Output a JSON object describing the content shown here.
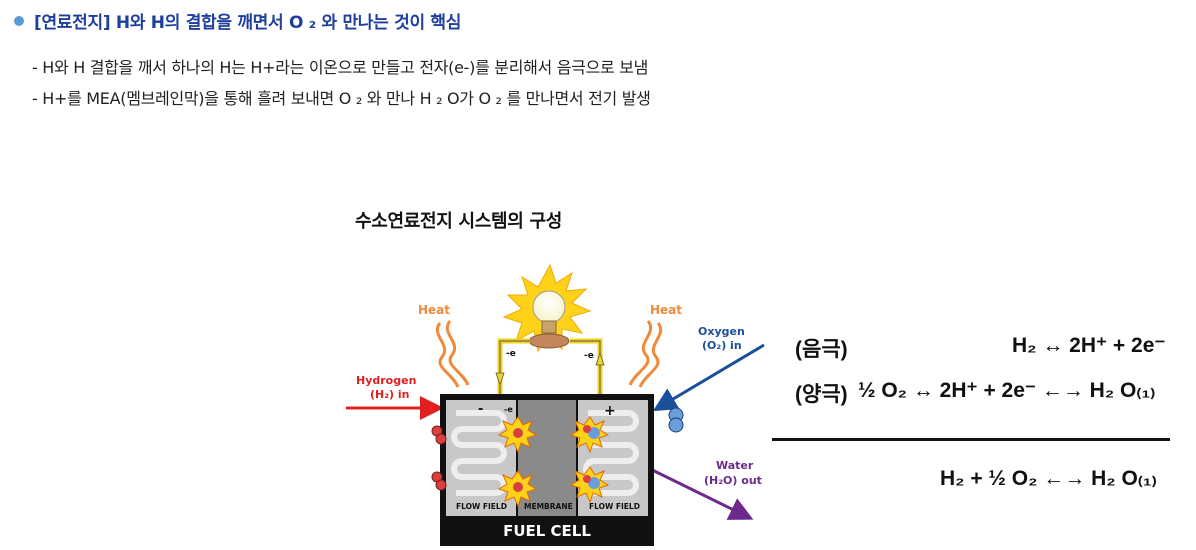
{
  "headline": {
    "text": "[연료전지]  H와 H의 결합을 깨면서 O ₂ 와 만나는 것이 핵심"
  },
  "lines": [
    "- H와 H 결합을 깨서 하나의 H는 H+라는 이온으로 만들고 전자(e-)를 분리해서 음극으로 보냄",
    "- H+를 MEA(멤브레인막)을 통해 흘려 보내면 O ₂ 와 만나 H ₂ O가 O ₂ 를 만나면서 전기 발생"
  ],
  "diagram": {
    "title": "수소연료전지 시스템의 구성",
    "labels": {
      "heat_left": "Heat",
      "heat_right": "Heat",
      "hydrogen_1": "Hydrogen",
      "hydrogen_2": "(H₂) in",
      "oxygen_1": "Oxygen",
      "oxygen_2": "(O₂) in",
      "water_1": "Water",
      "water_2": "(H₂O) out",
      "electron_left": "-e",
      "electron_right": "-e",
      "electron_inside": "-e",
      "minus": "-",
      "plus": "+",
      "flow_field_left": "FLOW FIELD",
      "membrane": "MEMBRANE",
      "flow_field_right": "FLOW FIELD",
      "fuel_cell": "FUEL CELL"
    },
    "colors": {
      "hydrogen_arrow": "#e02020",
      "oxygen_arrow": "#1a4f9c",
      "water_arrow": "#6b2a8c",
      "heat": "#f08a3a",
      "wire": "#f2d21b",
      "cell_frame": "#111111"
    }
  },
  "equations": {
    "anode_label": "(음극)",
    "anode": "H₂ ↔ 2H⁺ + 2e⁻",
    "cathode_label": "(양극)",
    "cathode": "½ O₂ ↔ 2H⁺ + 2e⁻ ←→ H₂ O₍₁₎",
    "net": "H₂ + ½ O₂ ←→ H₂ O₍₁₎"
  }
}
